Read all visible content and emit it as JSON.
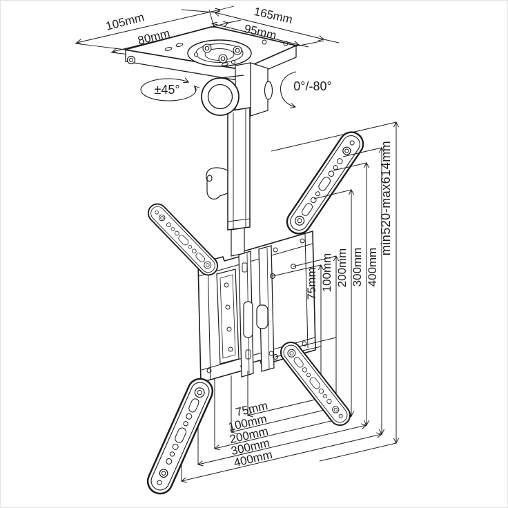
{
  "diagram": {
    "background": "#ffffff",
    "line_color": "#1d1d1b",
    "ceiling_plate": {
      "depth": "105mm",
      "depth_hole_spacing": "80mm",
      "width": "165mm",
      "width_hole_spacing": "95mm"
    },
    "rotation": {
      "swivel": "±45°",
      "tilt": "0°/-80°"
    },
    "height_range": "min520-max614mm",
    "vesa_vertical": [
      "75mm",
      "100mm",
      "200mm",
      "300mm",
      "400mm"
    ],
    "vesa_horizontal": [
      "75mm",
      "100mm",
      "200mm",
      "300mm",
      "400mm"
    ]
  }
}
